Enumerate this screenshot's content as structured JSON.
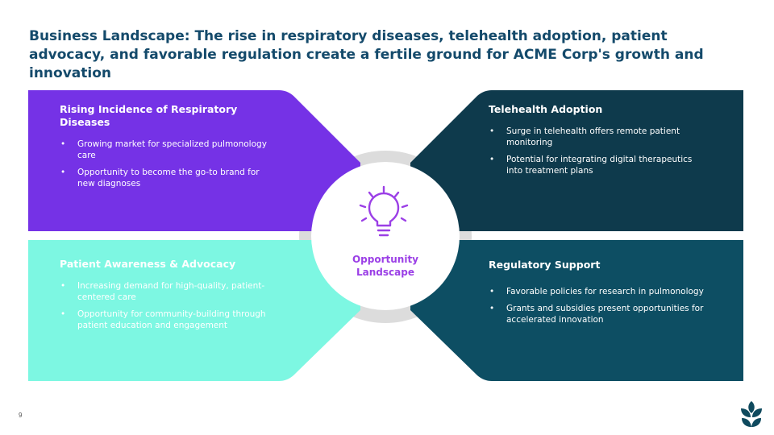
{
  "slide": {
    "title": "Business Landscape: The rise in respiratory diseases, telehealth adoption, patient advocacy, and favorable regulation create a fertile ground for ACME Corp's growth and innovation",
    "page_number": "9"
  },
  "center": {
    "label_line1": "Opportunity",
    "label_line2": "Landscape",
    "icon": "lightbulb-icon"
  },
  "quadrants": {
    "top_left": {
      "title": "Rising Incidence of Respiratory Diseases",
      "bullets": [
        "Growing market for specialized pulmonology care",
        "Opportunity to become the go-to brand for new diagnoses"
      ]
    },
    "top_right": {
      "title": "Telehealth Adoption",
      "bullets": [
        "Surge in telehealth offers remote patient monitoring",
        "Potential for integrating digital therapeutics into treatment plans"
      ]
    },
    "bottom_left": {
      "title": "Patient Awareness & Advocacy",
      "bullets": [
        "Increasing demand for high-quality, patient-centered care",
        "Opportunity for community-building through patient education and engagement"
      ]
    },
    "bottom_right": {
      "title": "Regulatory Support",
      "bullets": [
        "Favorable policies for research in pulmonology",
        "Grants and subsidies present opportunities for accelerated innovation"
      ]
    }
  },
  "colors": {
    "title": "#144a6b",
    "top_left": "#7532e6",
    "top_right": "#0e3a4c",
    "bottom_left": "#7df7e2",
    "bottom_right": "#0d4e63",
    "center_text": "#9b3fe6",
    "ring": "#dcdcdc",
    "logo": "#0f4a5e"
  },
  "bullet_glyph": "•"
}
